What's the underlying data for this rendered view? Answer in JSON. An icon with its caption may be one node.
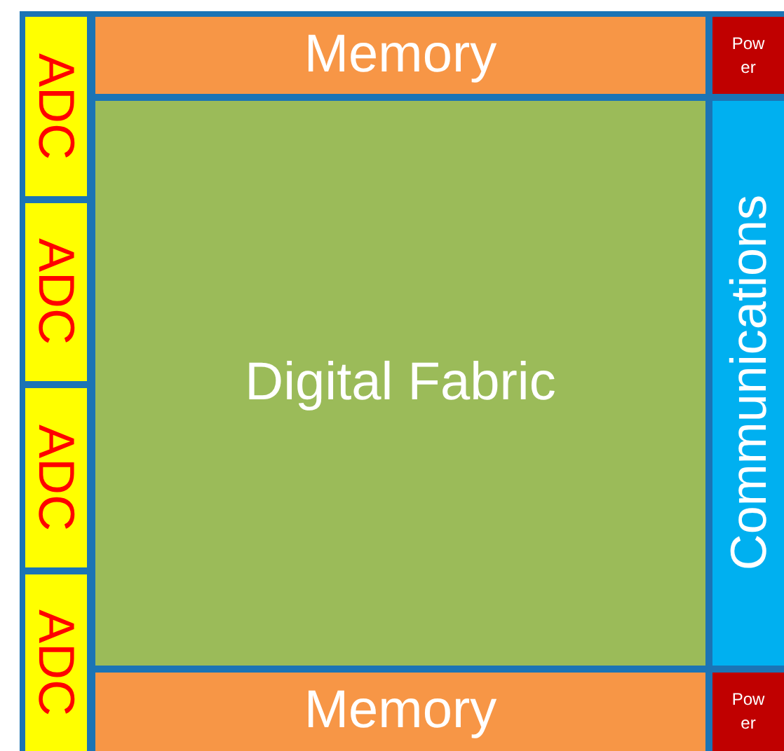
{
  "diagram": {
    "nodes": [
      {
        "text": [
          "ADC"
        ]
      },
      {
        "text": [
          "Memory"
        ]
      },
      {
        "text": [
          "Power"
        ]
      },
      {
        "text": [
          "ADC"
        ]
      },
      {
        "text": [
          "Digital Fabric"
        ]
      },
      {
        "text": [
          "Communications"
        ]
      },
      {
        "text": [
          "ADC"
        ]
      },
      {
        "text": [
          "ADC"
        ]
      },
      {
        "text": [
          "Memory"
        ]
      },
      {
        "text": [
          "Power"
        ]
      }
    ]
  }
}
